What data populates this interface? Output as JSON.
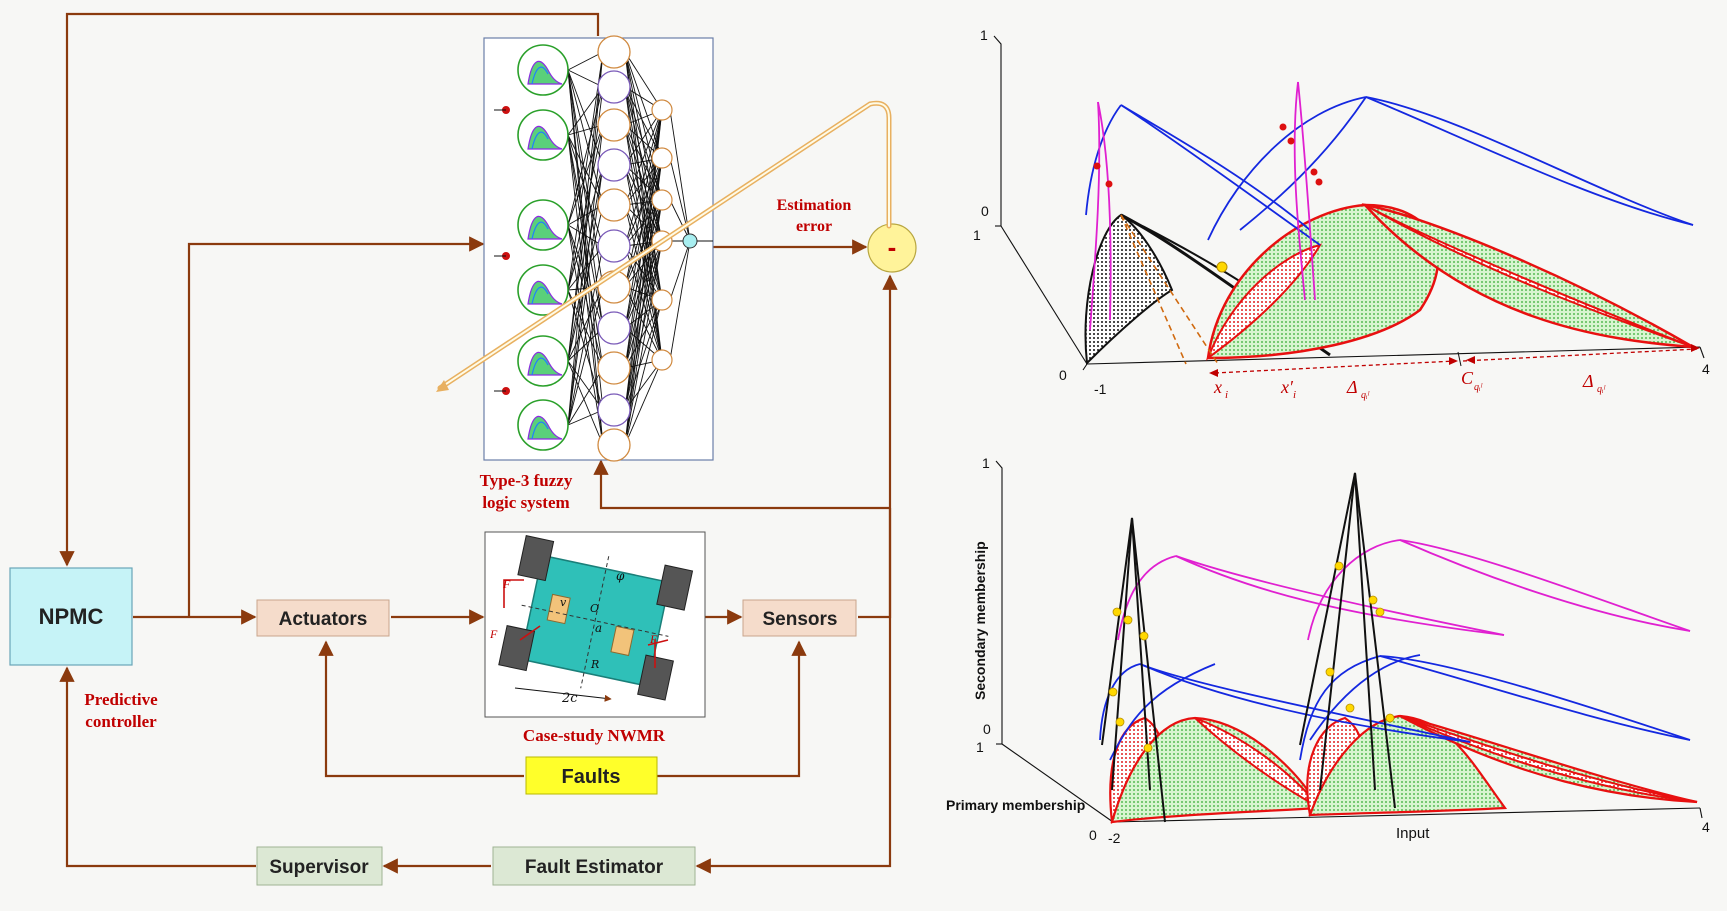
{
  "blocks": {
    "npmc": "NPMC",
    "actuators": "Actuators",
    "sensors": "Sensors",
    "faults": "Faults",
    "supervisor": "Supervisor",
    "fault_estimator": "Fault Estimator",
    "minus": "-"
  },
  "captions": {
    "estimation_error_1": "Estimation",
    "estimation_error_2": "error",
    "t3fls_1": "Type-3 fuzzy",
    "t3fls_2": "logic system",
    "predictive_1": "Predictive",
    "predictive_2": "controller",
    "case_study": "Case-study NWMR"
  },
  "robot": {
    "width_label": "2c",
    "label_a": "a",
    "label_phi": "φ",
    "label_fr": "F",
    "label_fl": "F",
    "label_fr2": "F",
    "label_v": "v",
    "label_o": "O",
    "label_r": "R"
  },
  "top_plot": {
    "axis": {
      "one_top": "1",
      "zero_left": "0",
      "one_left": "1",
      "zero_origin": "0",
      "x_start": "-1",
      "x_end": "4"
    },
    "labels": {
      "xi": "x",
      "xi_sub": "i",
      "xpi": "x′",
      "xpi_sub": "i",
      "delta1": "Δ",
      "delta1_sub": "qᵢˡ",
      "center": "C",
      "center_sub": "qᵢˡ",
      "delta2": "Δ",
      "delta2_sub": "qᵢˡ"
    }
  },
  "bottom_plot": {
    "axis": {
      "one_top": "1",
      "zero_left": "0",
      "one_left": "1",
      "zero_origin": "0",
      "x_start": "-2",
      "x_end": "4",
      "ylabel": "Secondary membership",
      "zlabel": "Primary membership",
      "xlabel": "Input"
    }
  },
  "colors": {
    "arrow": "#8b3a0e",
    "npmc_fill": "#c6f3f7",
    "block_fill": "#f5dccb",
    "faults_fill": "#ffff2a",
    "gray_block_fill": "#dce8d4",
    "sum_fill": "#fff39a",
    "caption_red": "#c00000"
  }
}
